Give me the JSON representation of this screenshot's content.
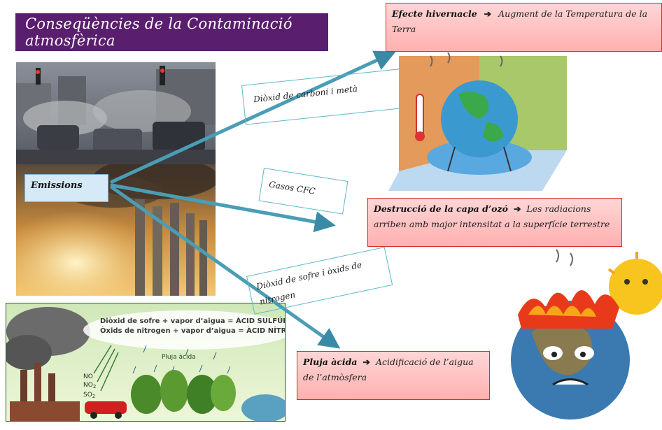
{
  "title": "Conseqüències de la Contaminació atmosfèrica",
  "emissions_label": "Emissions",
  "arrow_labels": {
    "co2": "Diòxid de carboni i metà",
    "cfc": "Gasos CFC",
    "sulfur": "Diòxid de sofre i òxids de nitrogen"
  },
  "effects": {
    "greenhouse": {
      "title": "Efecte hivernacle",
      "text": "Augment de la Temperatura de la Terra"
    },
    "ozone": {
      "title": "Destrucció de la capa d’ozó",
      "text": "Les radiacions arriben amb major intensitat a la superfície terrestre"
    },
    "acid_rain": {
      "title": "Pluja àcida",
      "text": "Acidificació de l’aigua de l’atmòsfera"
    }
  },
  "acid_diagram": {
    "line1": "Diòxid de sofre + vapor d’aigua = ÀCID SULFÚRIC",
    "line2": "Òxids de nitrogen + vapor d’aigua = ÀCID NÍTRIC",
    "rain": "Pluja àcida",
    "g1": "NO",
    "g2": "NO",
    "g2sub": "2",
    "g3": "SO",
    "g3sub": "2"
  },
  "arrow_symbol": "➔",
  "colors": {
    "title_bg": "#5a1e6e",
    "arrow": "#4a9db5",
    "red_border": "#d92b2b",
    "red_fill": "#ffbcbc"
  }
}
